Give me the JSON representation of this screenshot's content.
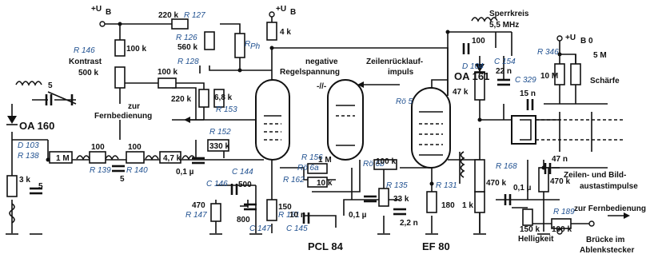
{
  "tubes": {
    "pcl84": "PCL 84",
    "ef80": "EF 80"
  },
  "supply": {
    "ub": "+U",
    "ub_sub": "B",
    "ubo": "+U",
    "ubo_sub": "B 0"
  },
  "annotations": {
    "kontrast": "Kontrast",
    "neg1": "negative",
    "neg2": "Regelspannung",
    "zeilen1": "Zeilenrücklauf-",
    "zeilen2": "impuls",
    "sperr1": "Sperrkreis",
    "sperr2": "5,5 MHz",
    "zur": "zur",
    "fernbed": "Fernbedienung",
    "schaerfe": "Schärfe",
    "austast1": "Zeilen- und Bild-",
    "austast2": "austastimpulse",
    "fern_right": "zur Fernbedienung",
    "hell": "Helligkeit",
    "bruecke1": "Brücke im",
    "bruecke2": "Ablenkstecker",
    "diode_oa160": "OA 160",
    "diode_oa161": "OA 161",
    "dash_marker": "-//-"
  },
  "refs": {
    "r127": "R 127",
    "r126": "R 126",
    "r128": "R 128",
    "r146": "R 146",
    "rph": "R",
    "rph_sub": "Ph",
    "r153": "R 153",
    "r152": "R 152",
    "r156": "R 156",
    "r162": "R 162",
    "r161": "R 161",
    "r147": "R 147",
    "d103": "D 103",
    "r138": "R 138",
    "r139": "R 139",
    "r140": "R 140",
    "c144": "C 144",
    "c146": "C 146",
    "c145": "C 145",
    "c147": "C 147",
    "ro6a": "Rö 6a",
    "ro6b": "Rö 6b",
    "ro5": "Rö 5",
    "r135": "R 135",
    "r131": "R 131",
    "d104": "D 104",
    "c154": "C 154",
    "r346": "R 346",
    "c329": "C 329",
    "r168": "R 168",
    "r189": "R 189"
  },
  "values": {
    "v220k_top": "220 k",
    "v560k": "560 k",
    "v100k_a": "100 k",
    "v500k": "500 k",
    "v100k_b": "100 k",
    "v220k_mid": "220 k",
    "v6_8k": "6,8 k",
    "v4k": "4 k",
    "v5_left": "5",
    "v330k": "330 k",
    "v1m": "1 M",
    "v100_a": "100",
    "v100_b": "100",
    "v4_7k": "4,7 k",
    "v5_lower": "5",
    "v5_mid": "5",
    "v3k": "3 k",
    "v0_1u_a": "0,1 µ",
    "v500": "500",
    "v470": "470",
    "v800": "800",
    "v150": "150",
    "v10n": "10 n",
    "v1m_b": "1 M",
    "v10k": "10 k",
    "v100k_c": "100 k",
    "v0_1u_b": "0,1 µ",
    "v33k": "33 k",
    "v2_2n": "2,2 n",
    "v180": "180",
    "v1k": "1 k",
    "v100_c": "100",
    "v47k": "47 k",
    "v22n": "22 n",
    "v10m": "10 M",
    "v5m": "5 M",
    "v15n": "15 n",
    "v470k_a": "470 k",
    "v470k_b": "470 k",
    "v0_1u_c": "0,1 µ",
    "v47n": "47 n",
    "v150k": "150 k",
    "v100k_d": "100 k"
  }
}
